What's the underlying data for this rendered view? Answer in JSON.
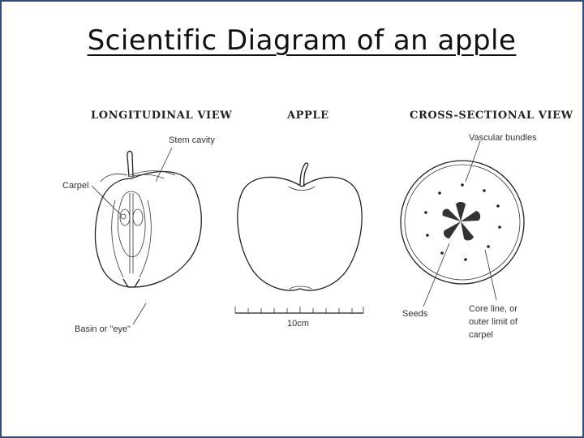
{
  "title": "Scientific Diagram of an apple",
  "panels": {
    "longitudinal": "LONGITUDINAL VIEW",
    "apple": "APPLE",
    "cross": "CROSS-SECTIONAL VIEW"
  },
  "labels": {
    "stem_cavity": "Stem cavity",
    "carpel": "Carpel",
    "basin": "Basin or \"eye\"",
    "vascular": "Vascular bundles",
    "seeds": "Seeds",
    "core_line_1": "Core line, or",
    "core_line_2": "outer limit of",
    "core_line_3": "carpel",
    "scale": "10cm"
  }
}
